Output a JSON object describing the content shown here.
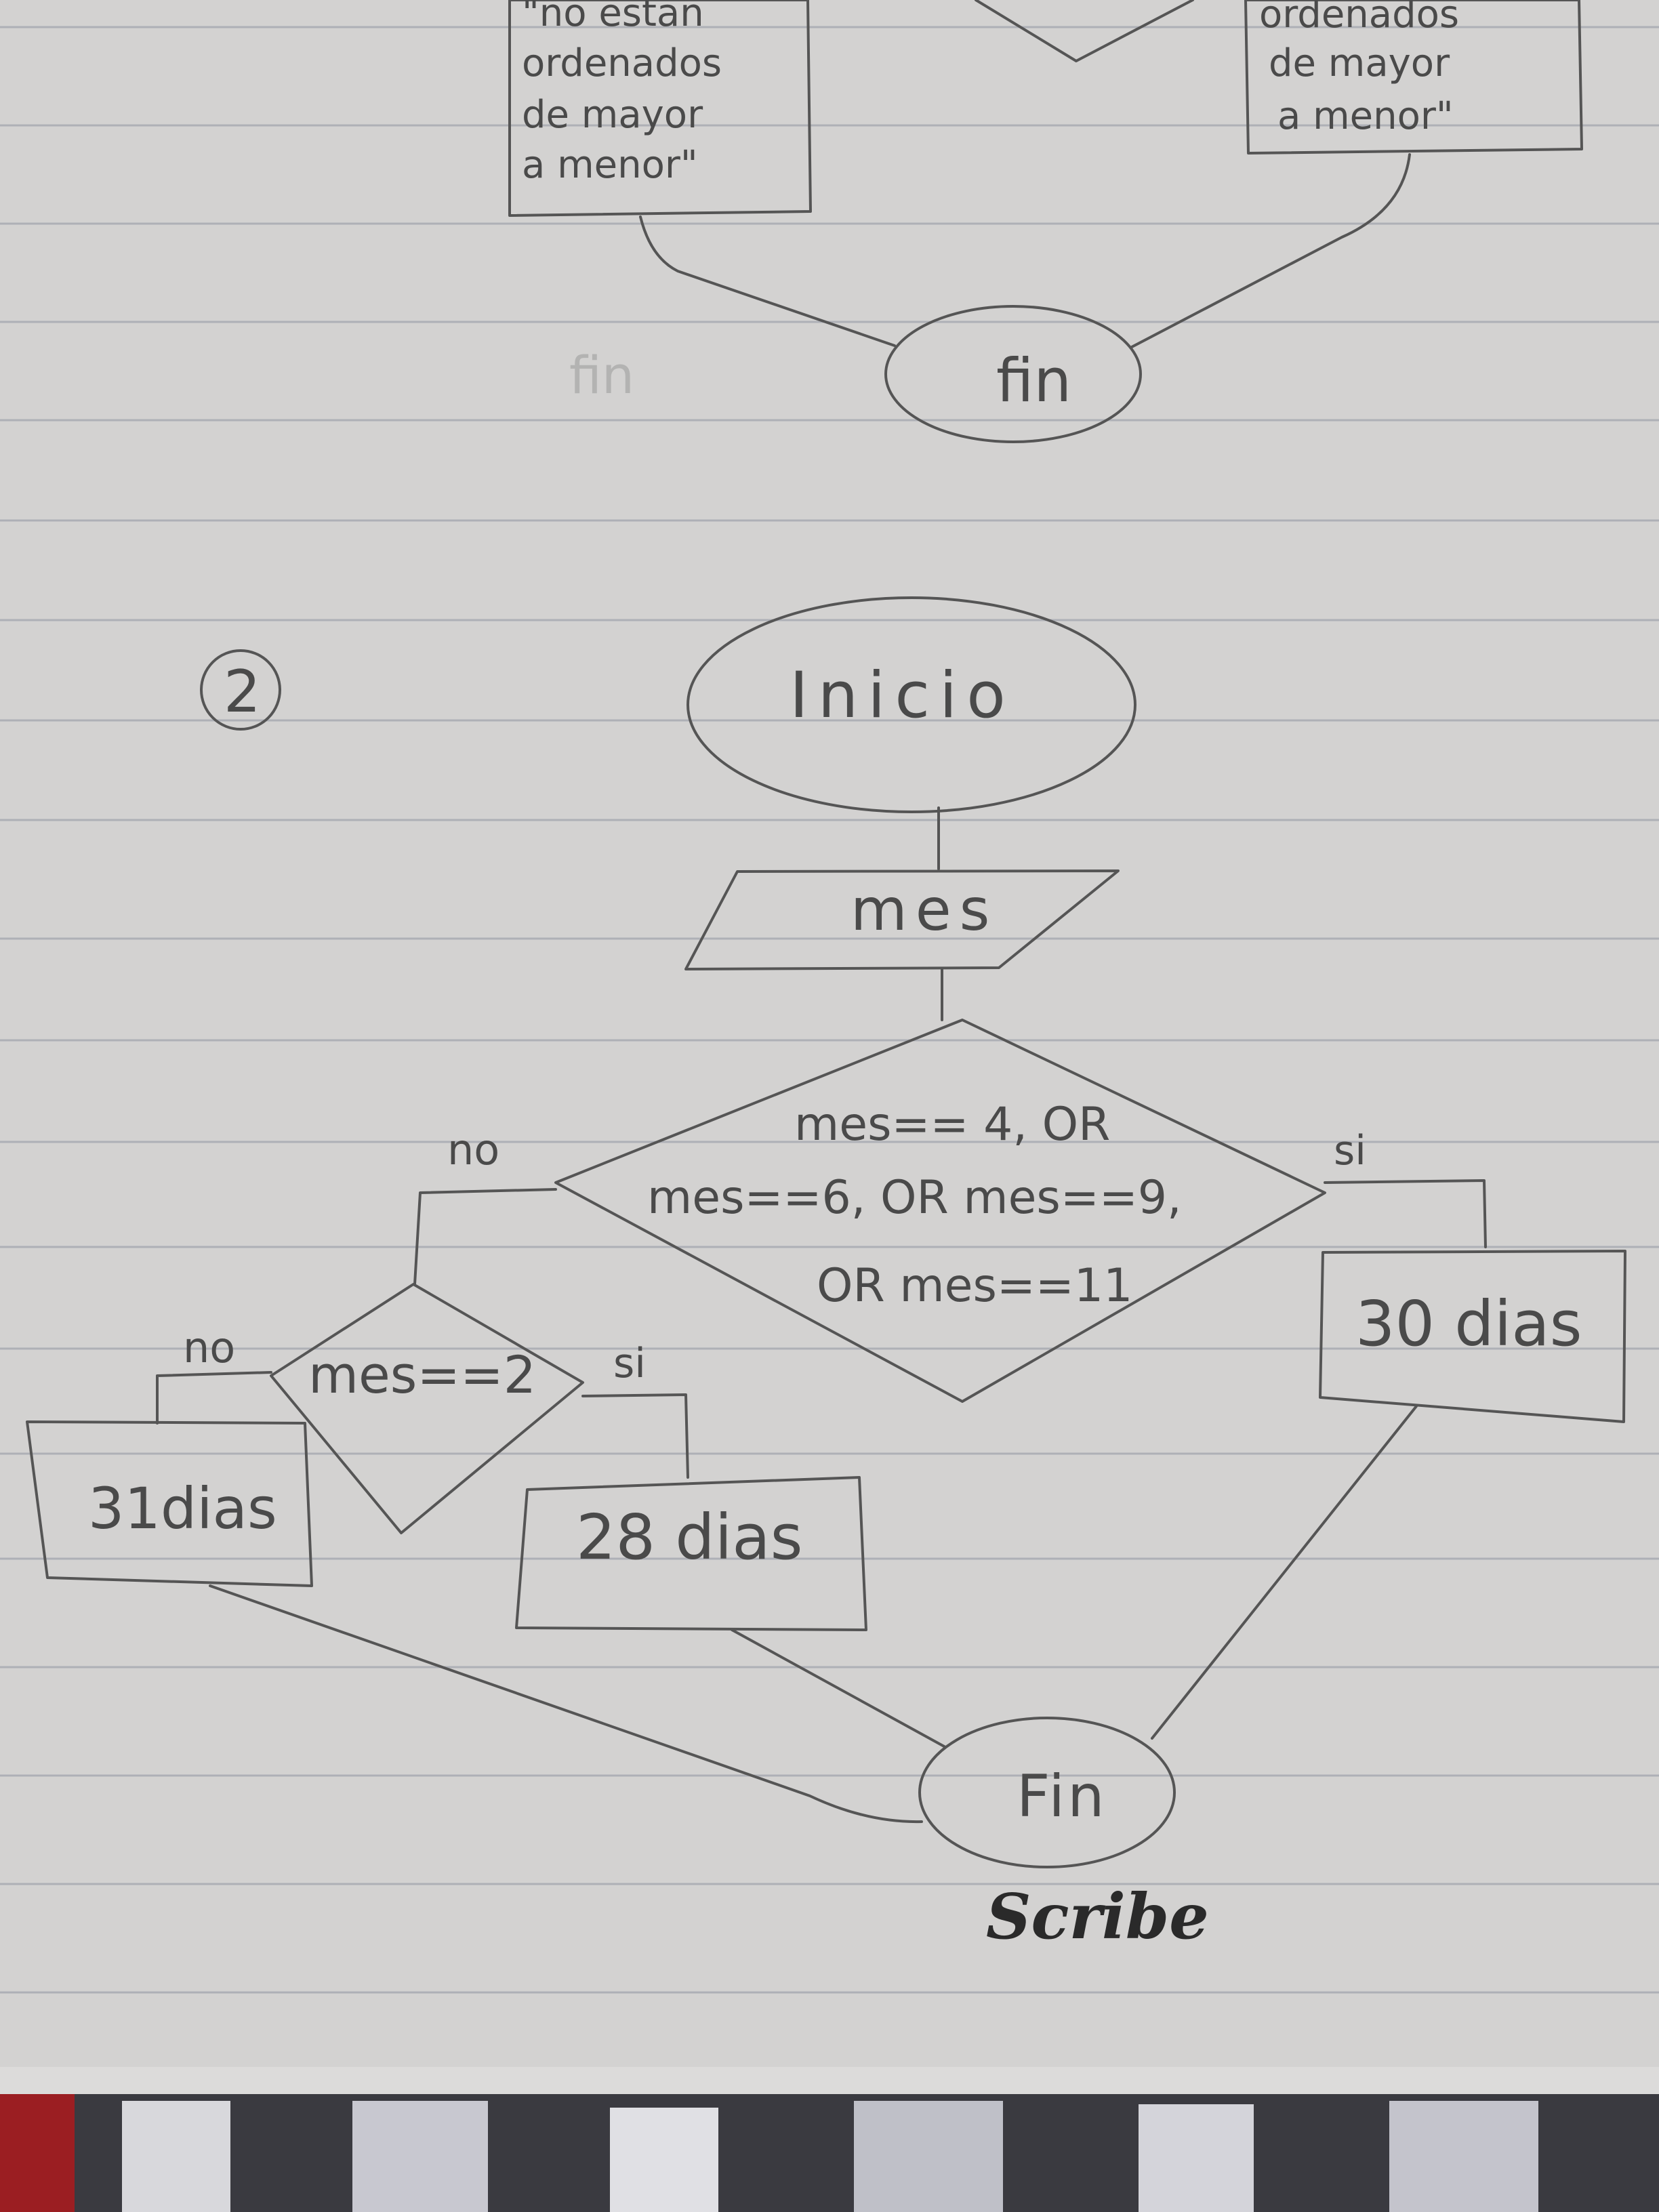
{
  "top_section": {
    "left_box_lines": [
      "\"no estan",
      "ordenados",
      "de mayor",
      "a menor\""
    ],
    "right_box_lines": [
      "ordenados",
      "de mayor",
      "a menor\""
    ],
    "faint_fin": "fin",
    "end_label": "fin"
  },
  "problem_number": "2",
  "flowchart": {
    "start_label": "Inicio",
    "input_label": "mes",
    "condition1_lines": [
      "mes== 4, OR",
      "mes==6, OR  mes==9,",
      "OR mes==11"
    ],
    "condition1_no": "no",
    "condition1_si": "si",
    "result_30": "30 dias",
    "condition2_label": "mes==2",
    "condition2_no": "no",
    "condition2_si": "si",
    "result_31": "31dias",
    "result_28": "28 dias",
    "end_label": "Fin"
  },
  "brand": "Scribe"
}
